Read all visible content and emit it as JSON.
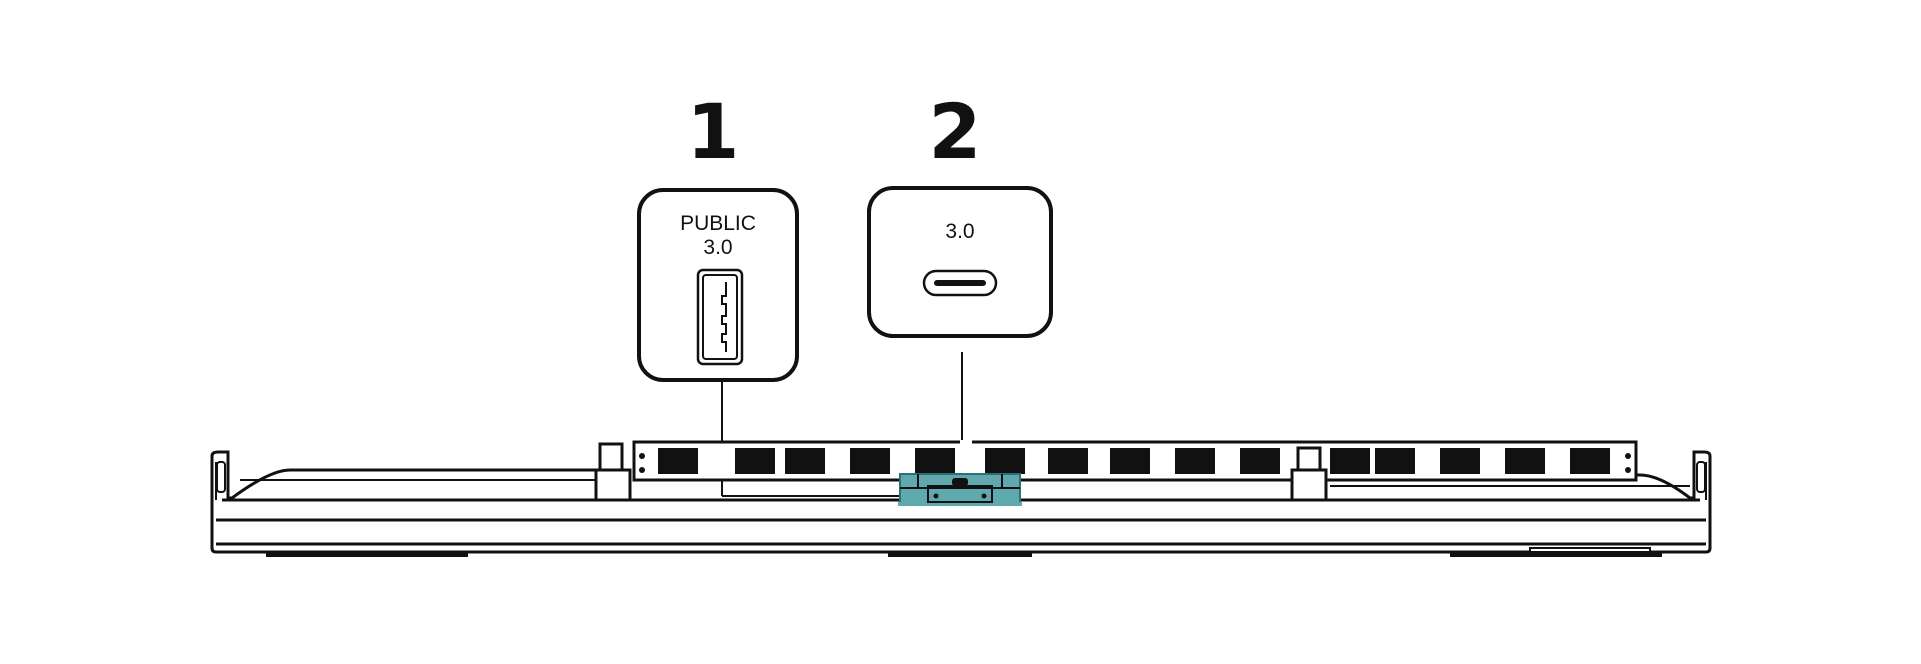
{
  "ports": [
    {
      "number": "1",
      "label_line1": "PUBLIC",
      "label_line2": "3.0",
      "type": "usb-a"
    },
    {
      "number": "2",
      "label_line1": "3.0",
      "type": "usb-c"
    }
  ],
  "colors": {
    "line": "#111111",
    "highlight": "#5fa8ae",
    "highlight_dark": "#2f6f75"
  }
}
